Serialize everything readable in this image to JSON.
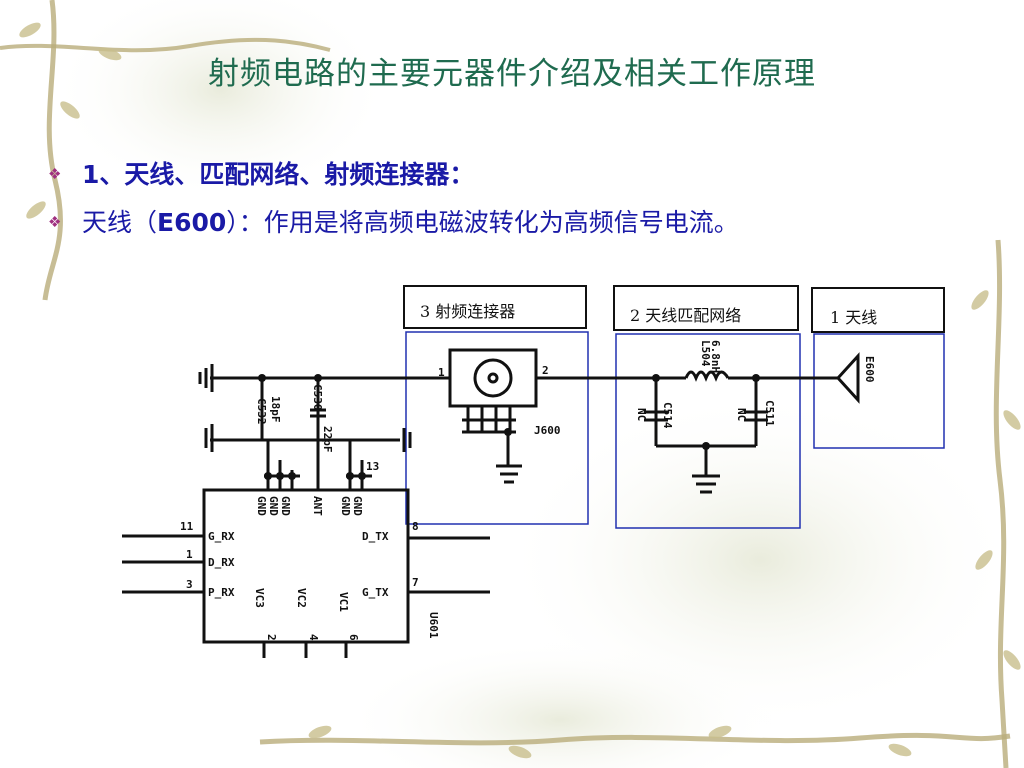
{
  "title": "射频电路的主要元器件介绍及相关工作原理",
  "bullets": [
    {
      "mark": "❖",
      "text": "1、天线、匹配网络、射频连接器："
    },
    {
      "mark": "❖",
      "prefix": "天线（",
      "emph": "E600",
      "suffix": "）：",
      "desc": "作用是将高频电磁波转化为高频信号电流。"
    }
  ],
  "diagram": {
    "labels": {
      "connector": "3 射频连接器",
      "matching": "2 天线匹配网络",
      "antenna": "1 天线"
    },
    "component_texts": {
      "c532": "C532",
      "c530": "C530",
      "c514": "C514",
      "c511": "C511",
      "l504": "L504",
      "e600": "E600",
      "j600": "J600",
      "u601": "U601",
      "val_22pf": "22pF",
      "val_18pf": "18pF",
      "val_nc1": "NC",
      "val_nc2": "NC",
      "val_nh": "6.8nH"
    },
    "chip_pins": {
      "g_rx": "G_RX",
      "d_rx": "D_RX",
      "p_rx": "P_RX",
      "d_tx": "D_TX",
      "g_tx": "G_TX",
      "vc3": "VC3",
      "vc2": "VC2",
      "vc1": "VC1",
      "ant": "ANT",
      "gnd": "GND"
    },
    "pin_numbers": {
      "p11": "11",
      "p1": "1",
      "p3": "3",
      "p2": "2",
      "p4": "4",
      "p6": "6",
      "p7": "7",
      "p8": "8",
      "p13": "13",
      "j1": "1",
      "j2": "2"
    }
  }
}
